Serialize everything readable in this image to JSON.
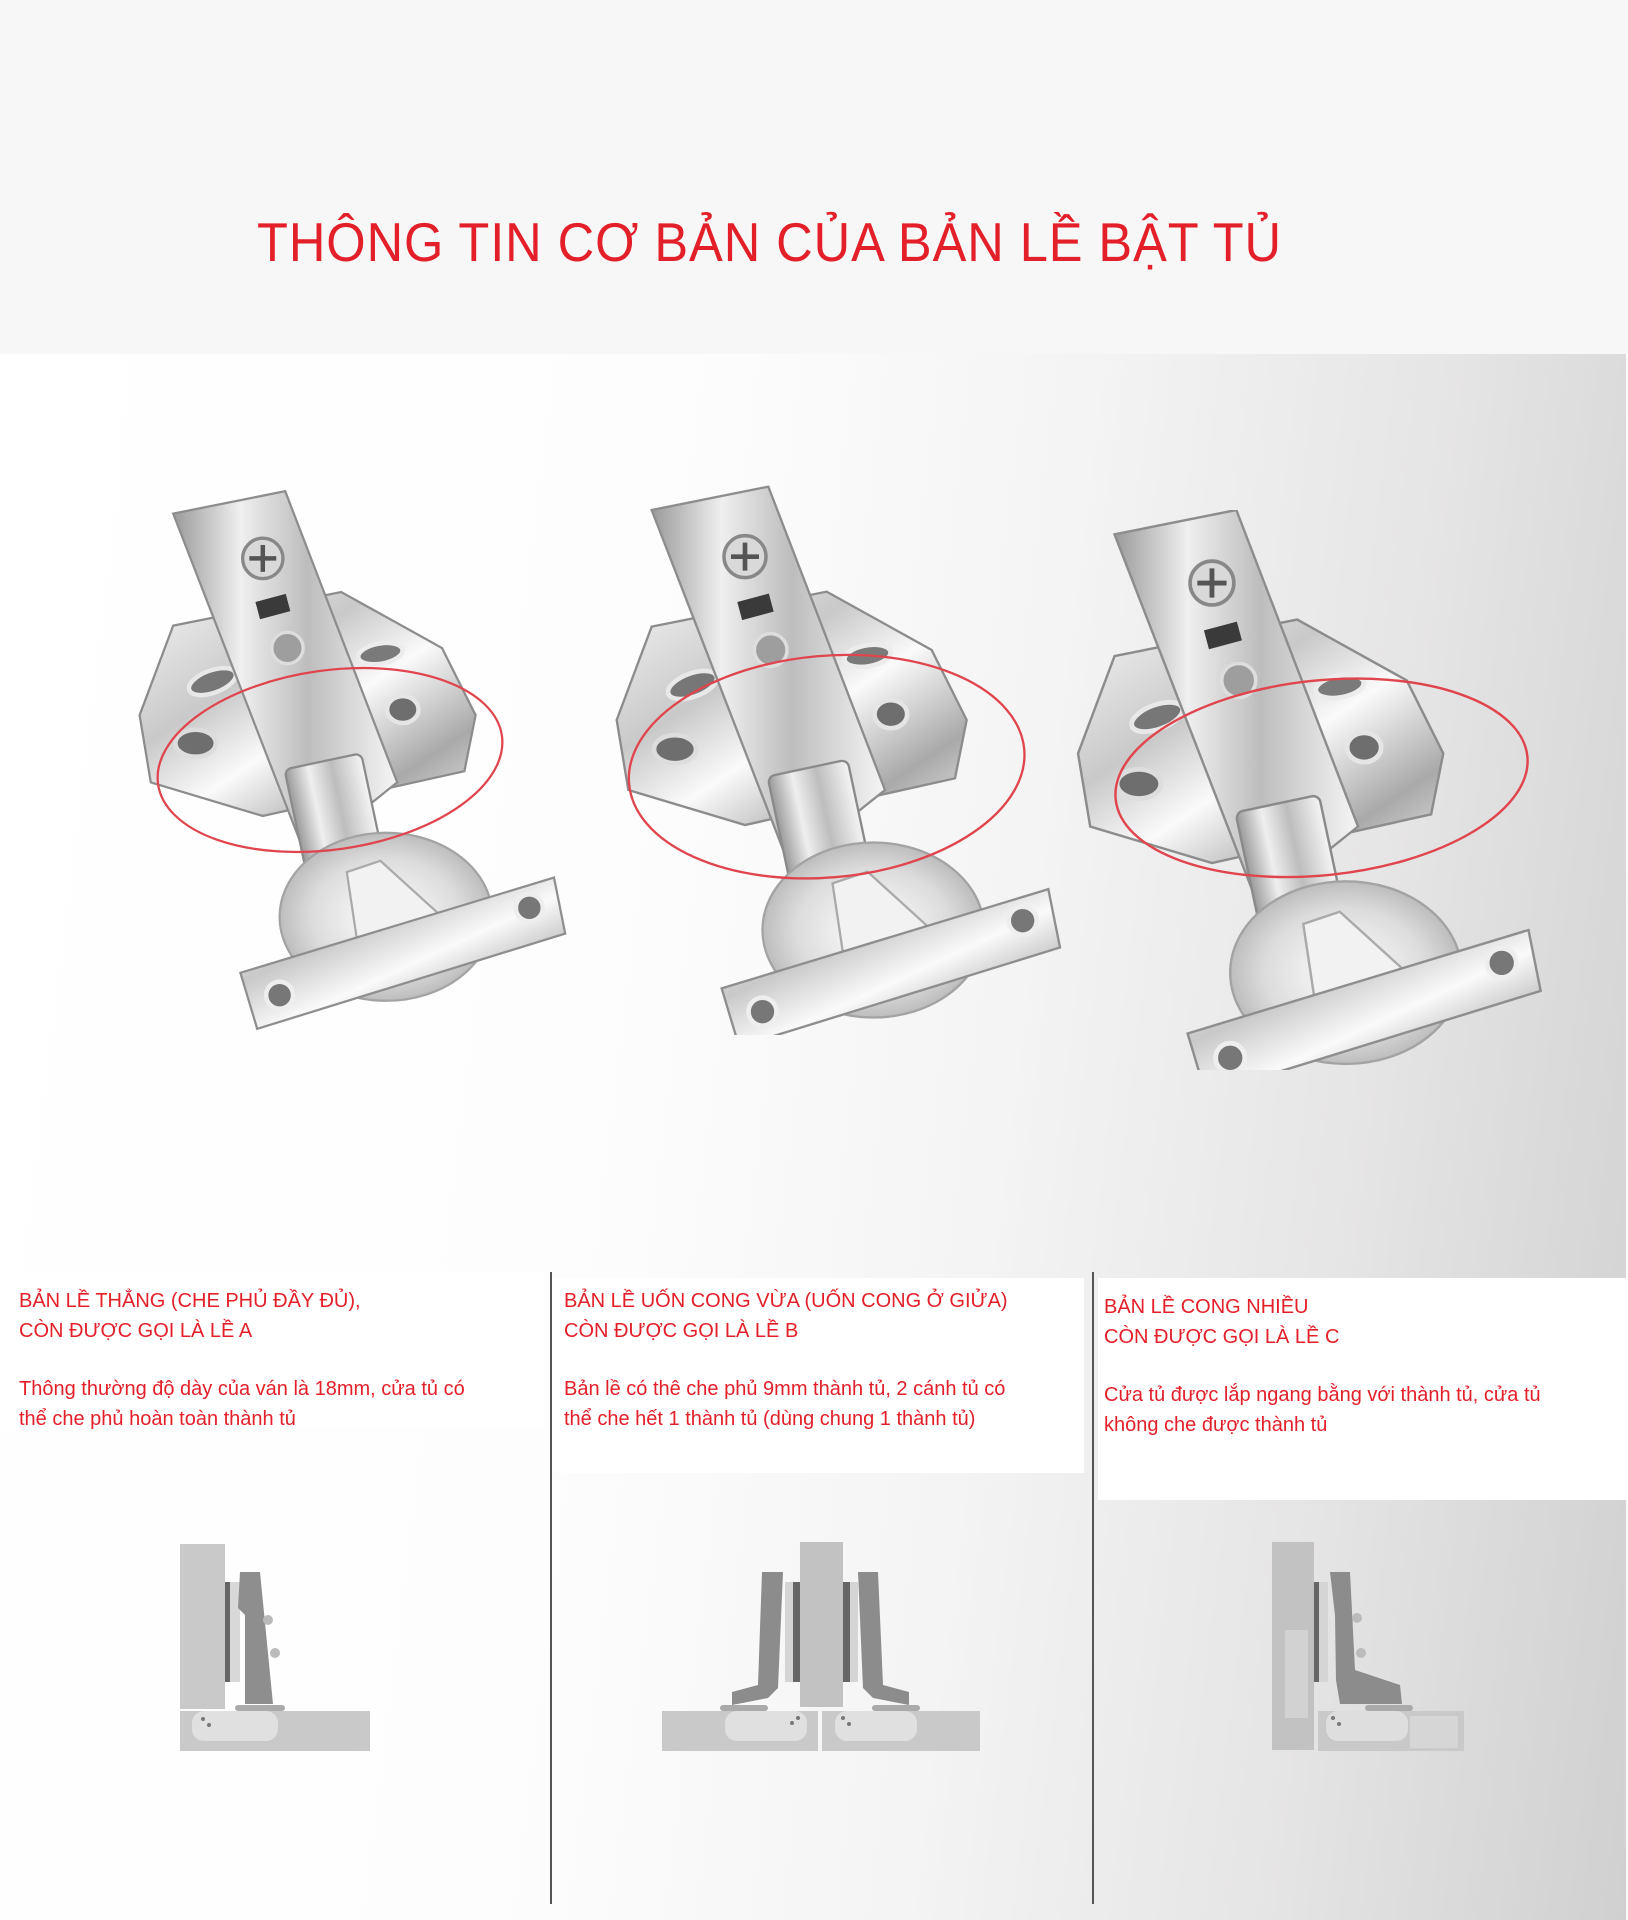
{
  "header": {
    "title": "THÔNG TIN CƠ BẢN CỦA BẢN LỀ BẬT TỦ"
  },
  "colors": {
    "accent": "#e3202a",
    "header_bg": "#f7f7f7",
    "divider": "#555555",
    "diagram_light": "#c8c8c8",
    "diagram_dark": "#8a8a8a"
  },
  "products": [
    {
      "id": "A",
      "photo_label": "straight-hinge-photo",
      "title_line1": "BẢN LỀ THẲNG (CHE PHỦ ĐẦY ĐỦ),",
      "title_line2": "CÒN ĐƯỢC GỌI LÀ LỀ A",
      "body_line1": "Thông thường độ dày của ván là 18mm, cửa tủ có",
      "body_line2": "thể che phủ hoàn toàn thành tủ"
    },
    {
      "id": "B",
      "photo_label": "half-bend-hinge-photo",
      "title_line1": "BẢN LỀ UỐN CONG VỪA (UỐN CONG Ở GIỬA)",
      "title_line2": "CÒN ĐƯỢC GỌI LÀ LỀ B",
      "body_line1": "Bản lề có thê che phủ 9mm thành tủ, 2 cánh tủ có",
      "body_line2": "thể che hết 1 thành tủ (dùng chung 1 thành tủ)"
    },
    {
      "id": "C",
      "photo_label": "full-bend-hinge-photo",
      "title_line1": "BẢN LỀ CONG NHIỀU",
      "title_line2": "CÒN ĐƯỢC GỌI LÀ LỀ C",
      "body_line1": "Cửa tủ được lắp ngang bằng với thành tủ, cửa tủ",
      "body_line2": "không che được thành tủ"
    }
  ]
}
